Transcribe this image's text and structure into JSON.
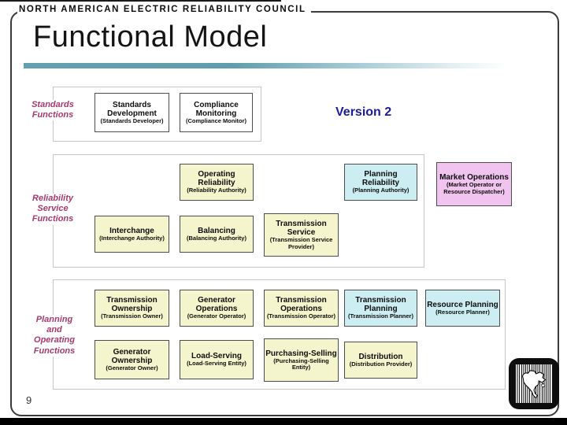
{
  "slide": {
    "header": "NORTH AMERICAN ELECTRIC RELIABILITY COUNCIL",
    "title": "Functional Model",
    "version_label": "Version 2",
    "page_number": "9",
    "logo_icon": "nerc-north-america-striped-logo"
  },
  "colors": {
    "white": "#ffffff",
    "yellow": "#f5f5cd",
    "cyan": "#cceef2",
    "pink": "#f0c4ee",
    "label_magenta": "#a8396d",
    "version_blue": "#1b1b9e",
    "title_rule_teal": "#5e9dab"
  },
  "groups": [
    {
      "label": "Standards Functions",
      "boxes": [
        {
          "title": "Standards Development",
          "subtitle": "(Standards Developer)",
          "color": "white"
        },
        {
          "title": "Compliance Monitoring",
          "subtitle": "(Compliance Monitor)",
          "color": "white"
        }
      ]
    },
    {
      "label": "Reliability Service Functions",
      "boxes": [
        {
          "title": "Operating Reliability",
          "subtitle": "(Reliability Authority)",
          "color": "yellow"
        },
        {
          "title": "Planning Reliability",
          "subtitle": "(Planning Authority)",
          "color": "cyan"
        },
        {
          "title": "Interchange",
          "subtitle": "(Interchange Authority)",
          "color": "yellow"
        },
        {
          "title": "Balancing",
          "subtitle": "(Balancing Authority)",
          "color": "yellow"
        },
        {
          "title": "Transmission Service",
          "subtitle": "(Transmission Service Provider)",
          "color": "yellow"
        }
      ]
    },
    {
      "label": "Planning and Operating Functions",
      "boxes": [
        {
          "title": "Transmission Ownership",
          "subtitle": "(Transmission Owner)",
          "color": "yellow"
        },
        {
          "title": "Generator Operations",
          "subtitle": "(Generator Operator)",
          "color": "yellow"
        },
        {
          "title": "Transmission Operations",
          "subtitle": "(Transmission Operator)",
          "color": "yellow"
        },
        {
          "title": "Transmission Planning",
          "subtitle": "(Transmission Planner)",
          "color": "cyan"
        },
        {
          "title": "Resource Planning",
          "subtitle": "(Resource Planner)",
          "color": "cyan"
        },
        {
          "title": "Generator Ownership",
          "subtitle": "(Generator Owner)",
          "color": "yellow"
        },
        {
          "title": "Load-Serving",
          "subtitle": "(Load-Serving Entity)",
          "color": "yellow"
        },
        {
          "title": "Purchasing-Selling",
          "subtitle": "(Purchasing-Selling Entity)",
          "color": "yellow"
        },
        {
          "title": "Distribution",
          "subtitle": "(Distribution Provider)",
          "color": "yellow"
        }
      ]
    }
  ],
  "market_operations_box": {
    "title": "Market Operations",
    "subtitle": "(Market Operator or Resource Dispatcher)",
    "color": "pink"
  }
}
